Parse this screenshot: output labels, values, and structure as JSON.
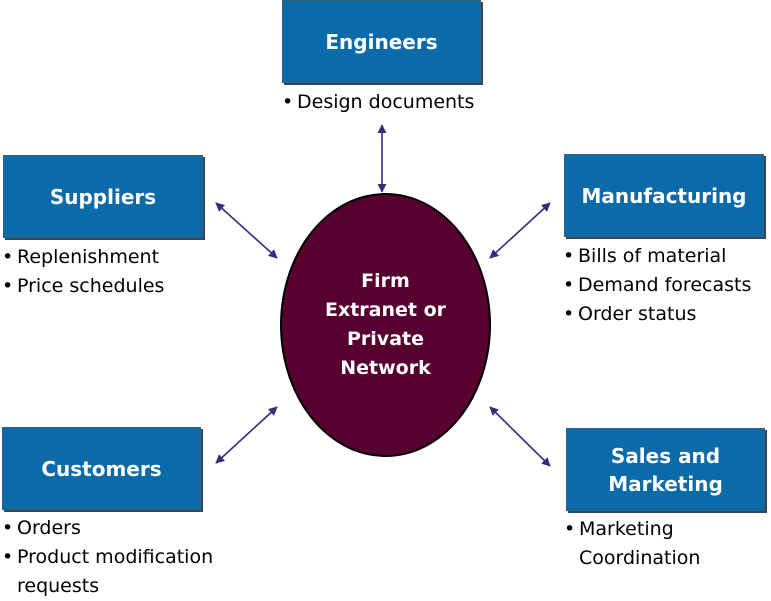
{
  "hub": {
    "lines": [
      "Firm",
      "Extranet or",
      "Private",
      "Network"
    ]
  },
  "engineers": {
    "label": "Engineers",
    "items": [
      "Design documents"
    ]
  },
  "suppliers": {
    "label": "Suppliers",
    "items": [
      "Replenishment",
      "Price schedules"
    ]
  },
  "manufacturing": {
    "label": "Manufacturing",
    "items": [
      "Bills of material",
      "Demand forecasts",
      "Order status"
    ]
  },
  "customers": {
    "label": "Customers",
    "items": [
      "Orders",
      "Product modification",
      "requests"
    ]
  },
  "sales_marketing": {
    "label_lines": [
      "Sales and",
      "Marketing"
    ],
    "items": [
      "Marketing",
      "Coordination"
    ]
  },
  "colors": {
    "box_fill": "#0b6aa8",
    "hub_fill": "#56012f",
    "arrow": "#3a2a7a"
  }
}
